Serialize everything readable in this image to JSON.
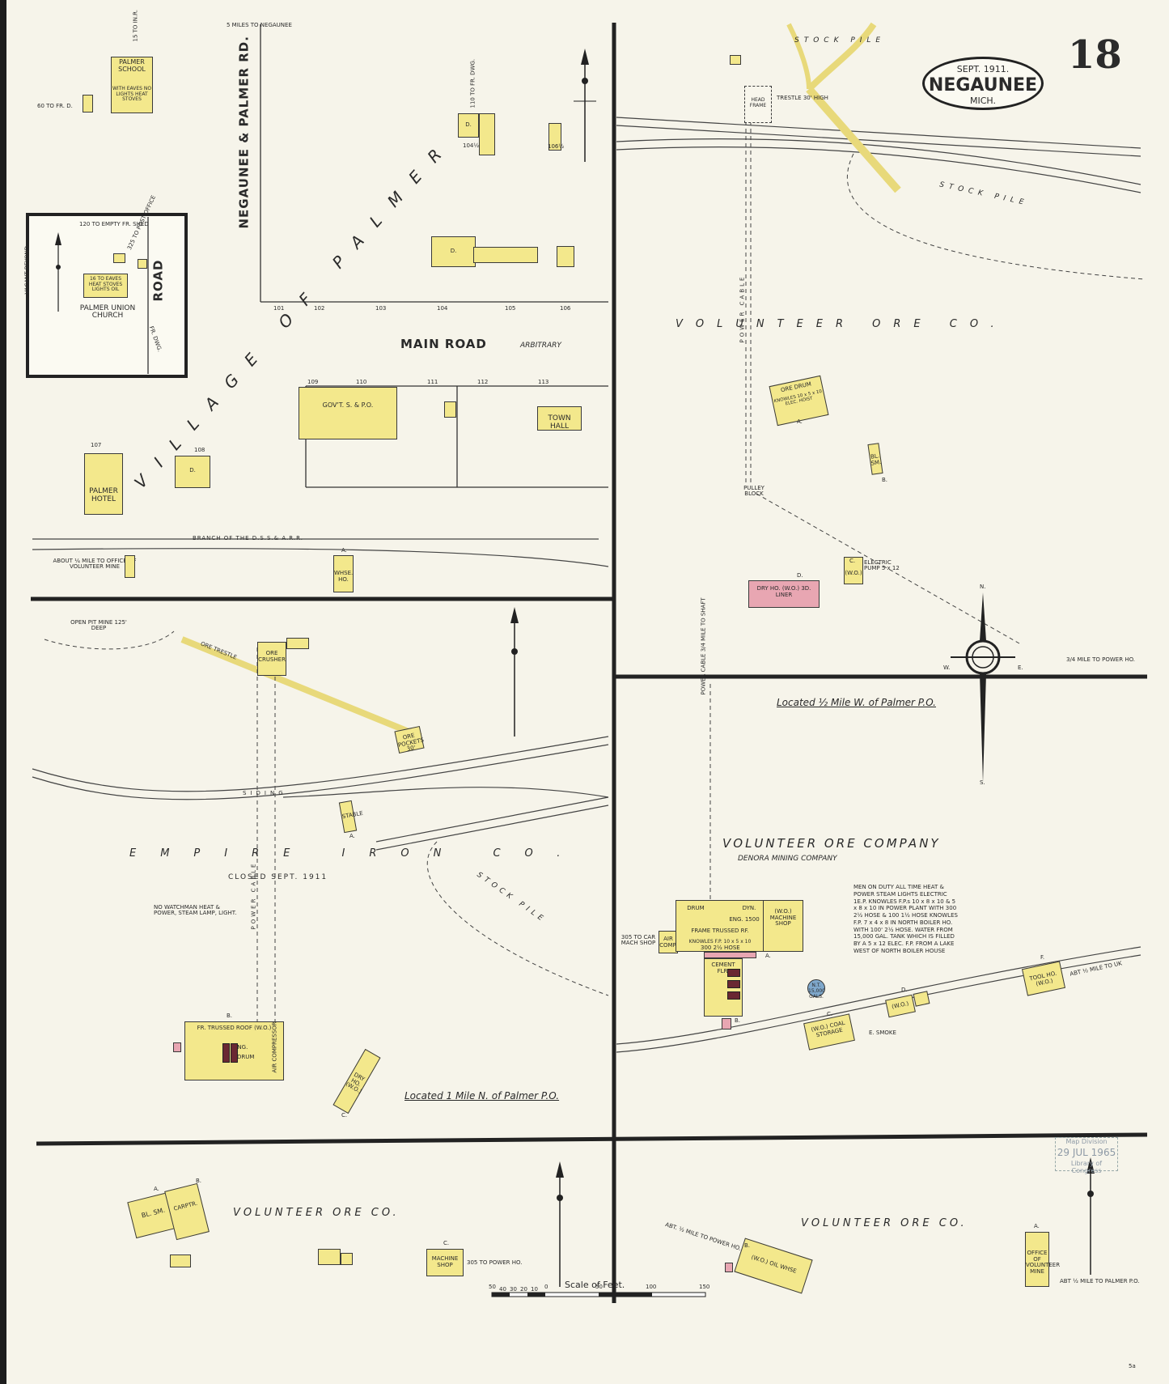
{
  "header": {
    "sheet_number": "18",
    "date": "SEPT. 1911.",
    "city": "NEGAUNEE",
    "state": "MICH."
  },
  "roads": {
    "negaunee_palmer_rd": "NEGAUNEE & PALMER RD.",
    "miles_to_negaunee": "5 MILES TO NEGAUNEE",
    "village_of_palmer": "VILLAGE OF PALMER",
    "road": "ROAD",
    "main_road": "MAIN ROAD",
    "arbitrary": "ARBITRARY",
    "branch_rr": "BRANCH OF THE D.S.S.& A.R.R.",
    "address_numbers_top": [
      "101",
      "102",
      "103",
      "104",
      "105",
      "106"
    ],
    "address_numbers_bottom": [
      "109",
      "110",
      "111",
      "112",
      "113"
    ]
  },
  "inset": {
    "church": "PALMER UNION CHURCH",
    "church_note": "16 TO EAVES HEAT STOVES LIGHTS OIL",
    "ft_north": "120 TO EMPTY FR. SHED",
    "post_office": "325 TO POST OFFICE",
    "vacant": "VACANT BEYOND",
    "dwg": "FR. DWG."
  },
  "upper_left": {
    "palmer_school": "PALMER SCHOOL",
    "school_note": "WITH EAVES NO LIGHTS HEAT STOVES",
    "school_ft": "15 TO IN.R.",
    "school_dist": "60 TO FR. D.",
    "dwelling": "D.",
    "addr_104_half": "104½",
    "addr_106_half": "106½",
    "ft_to_dwg": "110 TO FR. DWG.",
    "gov_po": "GOV'T. S. & P.O.",
    "town_hall": "TOWN HALL",
    "palmer_hotel": "PALMER HOTEL",
    "hotel_number": "107",
    "addr_108": "108",
    "about_mile": "ABOUT ¼ MILE TO OFFICE OF VOLUNTEER MINE",
    "whse": "WHSE. HO.",
    "whse_letter": "A."
  },
  "upper_right": {
    "stock_pile_1": "STOCK PILE",
    "stock_pile_2": "STOCK PILE",
    "head_frame": "HEAD FRAME",
    "trestle": "TRESTLE 30' HIGH",
    "company": "VOLUNTEER ORE CO.",
    "power_cable": "POWER CABLE",
    "ore_drum": "ORE DRUM",
    "ore_drum_note": "KNOWLES 10 x 5 x 10 ELEC. HOIST",
    "ore_drum_letter": "A.",
    "bl_sm": "BL. SM.",
    "bl_letter": "B.",
    "pulley_block": "PULLEY BLOCK",
    "electric_pump": "ELECTRIC PUMP 5 x 12",
    "elec_letter": "C.",
    "dry_ho": "DRY HO. (W.O.) 3D. LINER",
    "dry_letter": "D.",
    "power_ho": "3/4 MILE TO POWER HO.",
    "located_half_mile": "Located ½ Mile W. of Palmer P.O."
  },
  "compass": {
    "n": "N.",
    "s": "S.",
    "e": "E.",
    "w": "W."
  },
  "lower_left": {
    "open_pit": "OPEN PIT MINE 125' DEEP",
    "ore_crusher": "ORE CRUSHER",
    "ore_pockets": "ORE POCKETS 30'",
    "trestle": "ORE TRESTLE",
    "siding": "SIDING",
    "company": "EMPIRE IRON CO.",
    "closed": "CLOSED SEPT. 1911",
    "notes": "NO WATCHMAN HEAT & POWER, STEAM LAMP, LIGHT.",
    "power_cable": "POWER CABLE",
    "stock_pile": "STOCK PILE",
    "stable": "STABLE",
    "stable_letter": "A.",
    "hoist_roof": "FR. TRUSSED ROOF (W.O.)",
    "eng": "ENG.",
    "drum": "DRUM",
    "air_comp": "AIR COMPRESSOR",
    "hoist_letter": "B.",
    "dry_ho": "DRY HO. (W.O.)",
    "dry_letter": "C.",
    "located_1mile": "Located 1 Mile N. of Palmer P.O."
  },
  "lower_right": {
    "company": "VOLUNTEER ORE COMPANY",
    "subcompany": "DENORA MINING COMPANY",
    "notes": "MEN ON DUTY ALL TIME HEAT & POWER STEAM LIGHTS ELECTRIC 1E.P. KNOWLES F.P.s 10 x 8 x 10 & 5 x 8 x 10 IN POWER PLANT WITH 300 2½ HOSE & 100 1½ HOSE KNOWLES F.P. 7 x 4 x 8 IN NORTH BOILER HO. WITH 100' 2½ HOSE. WATER FROM 15,000 GAL. TANK WHICH IS FILLED BY A 5 x 12 ELEC. F.P. FROM A LAKE WEST OF NORTH BOILER HOUSE",
    "cars": "305 TO CAR MACH SHOP",
    "air_comp": "AIR COMP.",
    "drum": "DRUM",
    "dyn": "DYN.",
    "eng": "ENG. 1500",
    "frame": "FRAME TRUSSED RF.",
    "machine_shop": "(W.O.) MACHINE SHOP",
    "knowles": "KNOWLES F.P. 10 x 5 x 10",
    "hose": "300 2½ HOSE",
    "cement_fir": "CEMENT FLR.",
    "power_cable": "POWER CABLE 3/4 MILE TO SHAFT",
    "nt": "N.T. 15,000 GALS.",
    "coal_storage": "(W.O.) COAL STORAGE",
    "coal_letter": "C.",
    "dwg": "(W.O.)",
    "dwg_letter": "D.",
    "e_smoke": "E. SMOKE",
    "tool_ho": "TOOL HO. (W.O.)",
    "tool_letter": "F.",
    "to_uk": "ABT ½ MILE TO UK",
    "h_letter": "B.",
    "a_letter": "A."
  },
  "bottom_left": {
    "company": "VOLUNTEER ORE CO.",
    "bl_sm": "BL. SM.",
    "carpenter": "CARPTR.",
    "letter_a": "A.",
    "letter_b": "B.",
    "machine_shop": "MACHINE SHOP",
    "power_ho": "305 TO POWER HO.",
    "letter_c": "C."
  },
  "bottom_right": {
    "company": "VOLUNTEER ORE CO.",
    "to_power": "ABT. ½ MILE TO POWER HO.",
    "oil_whse": "(W.O.) OIL WHSE",
    "office": "OFFICE OF VOLUNTEER MINE",
    "to_palmer": "ABT ½ MILE TO PALMER P.O.",
    "oil_letter": "B.",
    "office_letter": "A."
  },
  "scale": {
    "title": "Scale of Feet.",
    "ticks": [
      "50",
      "40",
      "30",
      "20",
      "10",
      "0",
      "50",
      "100",
      "150"
    ]
  },
  "stamp": {
    "line1": "Map Division",
    "date": "29 JUL 1965",
    "line3": "Library of Congress"
  },
  "footer": {
    "mark": "5a"
  },
  "colors": {
    "paper": "#f6f4ea",
    "frame_building": "#f3e88c",
    "brick_building": "#e8a6b2",
    "line": "#222222"
  }
}
